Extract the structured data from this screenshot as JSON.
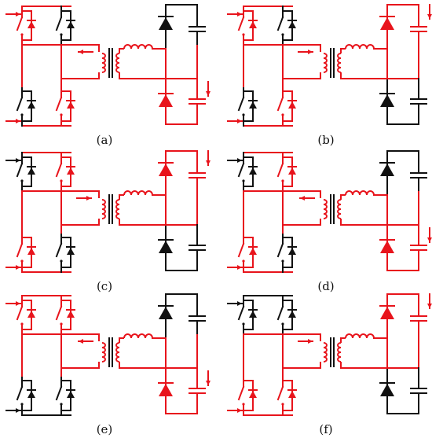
{
  "colors": {
    "active": "#e8141c",
    "inactive": "#111111",
    "background": "#ffffff"
  },
  "panels": [
    {
      "label": "(a)",
      "active_switches": [
        "top-left",
        "bottom-right"
      ],
      "active_diode": "bottom",
      "active_cap": "bottom",
      "current_dir": "left"
    },
    {
      "label": "(b)",
      "active_switches": [
        "top-left",
        "bottom-right"
      ],
      "active_diode": "top",
      "active_cap": "top",
      "current_dir": "right"
    },
    {
      "label": "(c)",
      "active_switches": [
        "top-right",
        "bottom-left"
      ],
      "active_diode": "top",
      "active_cap": "top",
      "current_dir": "right"
    },
    {
      "label": "(d)",
      "active_switches": [
        "top-right",
        "bottom-left"
      ],
      "active_diode": "bottom",
      "active_cap": "bottom",
      "current_dir": "left"
    },
    {
      "label": "(e)",
      "active_switches": [
        "top-left",
        "top-right"
      ],
      "active_diode": "bottom",
      "active_cap": "bottom",
      "current_dir": "left"
    },
    {
      "label": "(f)",
      "active_switches": [
        "bottom-left",
        "bottom-right"
      ],
      "active_diode": "top",
      "active_cap": "top",
      "current_dir": "right"
    }
  ]
}
